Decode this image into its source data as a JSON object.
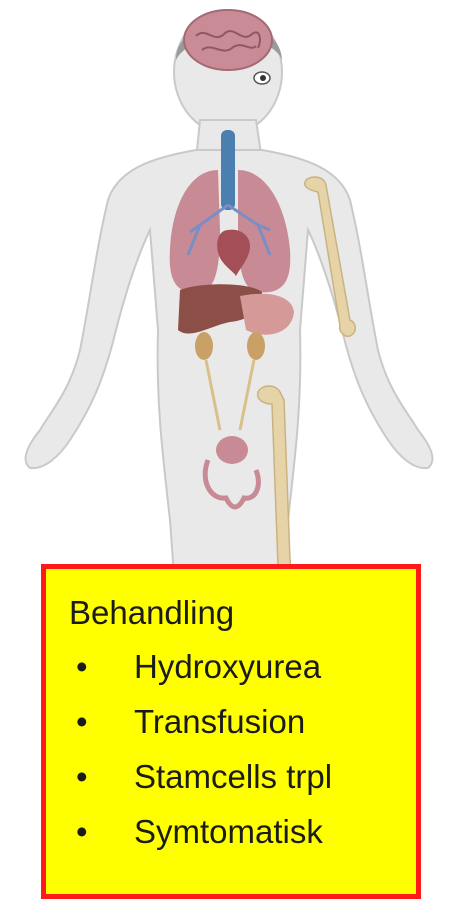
{
  "treatment_box": {
    "heading": "Behandling",
    "items": [
      "Hydroxyurea",
      "Transfusion",
      "Stamcells trpl",
      "Symtomatisk"
    ],
    "bullet": "•",
    "background_color": "#ffff00",
    "border_color": "#ff1a1a"
  },
  "illustration": {
    "subject": "human-body-anatomy",
    "organs": [
      "brain",
      "eye",
      "trachea",
      "lungs",
      "heart",
      "liver",
      "stomach",
      "kidneys",
      "bladder",
      "arm-bone",
      "leg-bone",
      "reproductive-organs"
    ]
  }
}
